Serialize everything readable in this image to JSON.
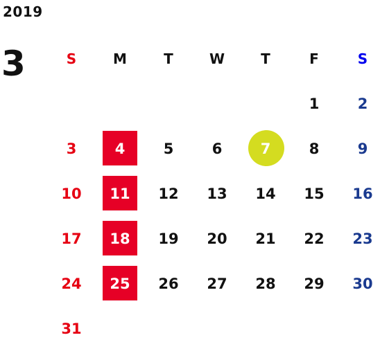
{
  "calendar": {
    "year": "2019",
    "month": "3",
    "weekdays": [
      "S",
      "M",
      "T",
      "W",
      "T",
      "F",
      "S"
    ],
    "weeks": [
      [
        "",
        "",
        "",
        "",
        "",
        "1",
        "2"
      ],
      [
        "3",
        "4",
        "5",
        "6",
        "7",
        "8",
        "9"
      ],
      [
        "10",
        "11",
        "12",
        "13",
        "14",
        "15",
        "16"
      ],
      [
        "17",
        "18",
        "19",
        "20",
        "21",
        "22",
        "23"
      ],
      [
        "24",
        "25",
        "26",
        "27",
        "28",
        "29",
        "30"
      ],
      [
        "31",
        "",
        "",
        "",
        "",
        "",
        ""
      ]
    ],
    "highlighted_dates": [
      "4",
      "11",
      "18",
      "25"
    ],
    "today": "7"
  },
  "colors": {
    "sunday": "#e60012",
    "saturday": "#1a3a8f",
    "saturday_header": "#0000ee",
    "highlight_background": "#e60026",
    "today_circle": "#d4dc20",
    "text": "#111111"
  }
}
